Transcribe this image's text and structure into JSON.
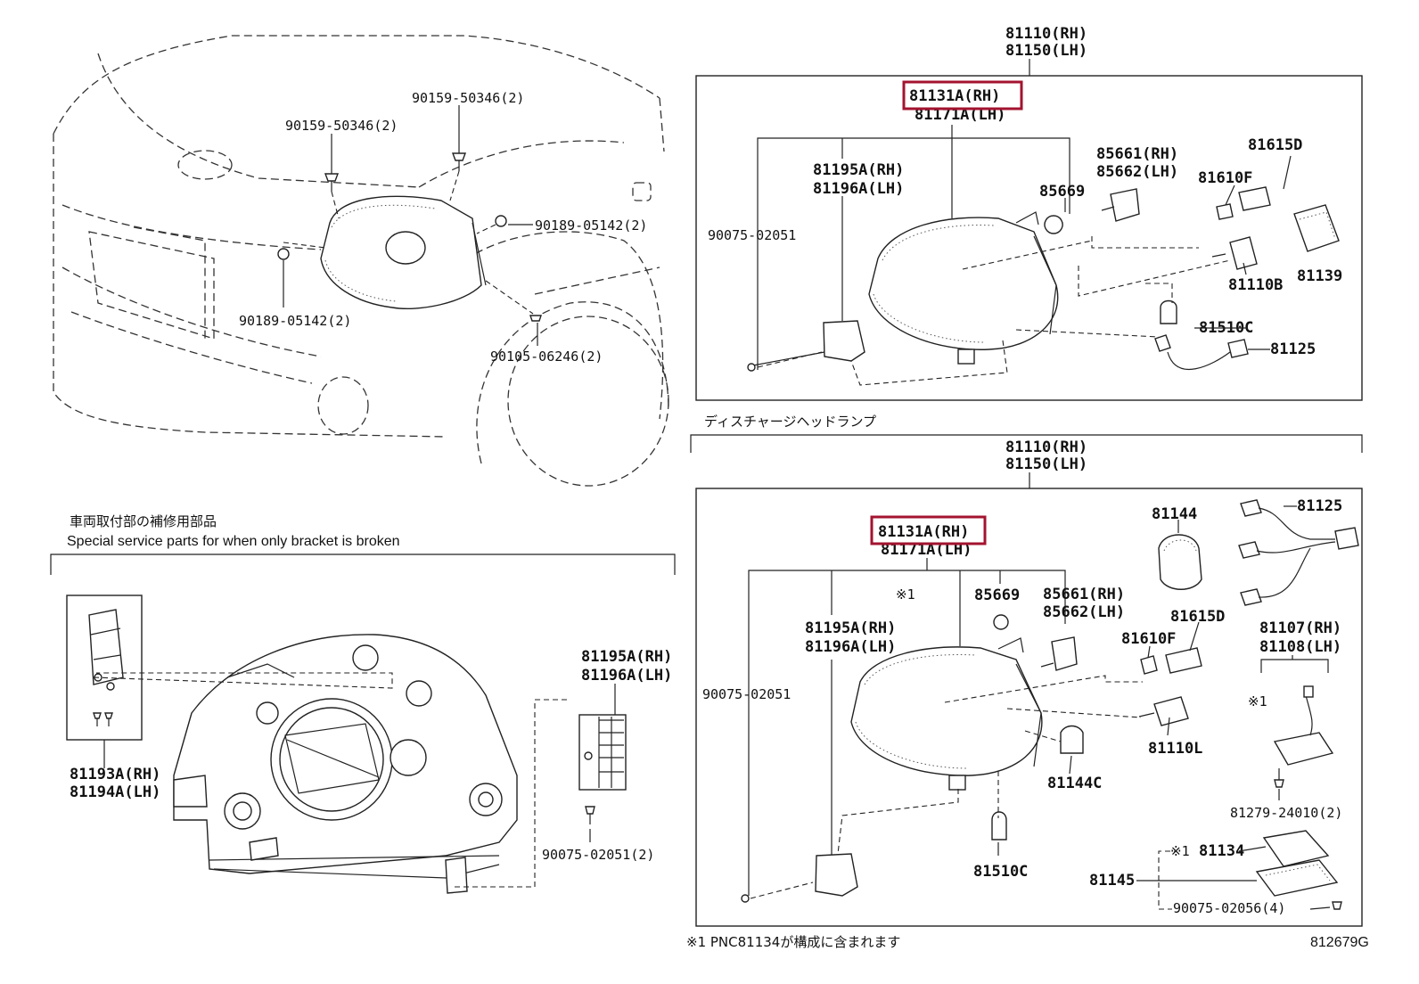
{
  "labels": {
    "top_assy_rh": "81110(RH)",
    "top_assy_lh": "81150(LH)",
    "top_unit_rh": "81131A(RH)",
    "top_unit_lh": "81171A(LH)",
    "top_bracket_rh": "81195A(RH)",
    "top_bracket_lh": "81196A(LH)",
    "top_screw": "90075-02051",
    "top_ring": "85669",
    "top_motor_rh": "85661(RH)",
    "top_motor_lh": "85662(LH)",
    "top_bulb_front": "81610F",
    "top_socket": "81615D",
    "top_bulb_main": "81110B",
    "top_cover": "81139",
    "top_bulb_side": "81510C",
    "top_wire": "81125",
    "car_bolt_a": "90159-50346(2)",
    "car_bolt_b": "90159-50346(2)",
    "car_clip_a": "90189-05142(2)",
    "car_clip_b": "90189-05142(2)",
    "car_screw": "90105-06246(2)",
    "section_title": "ディスチャージヘッドランプ",
    "bot_assy_rh": "81110(RH)",
    "bot_assy_lh": "81150(LH)",
    "bot_unit_rh": "81131A(RH)",
    "bot_unit_lh": "81171A(LH)",
    "bot_note_ref": "※1",
    "bot_bracket_rh": "81195A(RH)",
    "bot_bracket_lh": "81196A(LH)",
    "bot_screw": "90075-02051",
    "bot_ring": "85669",
    "bot_motor_rh": "85661(RH)",
    "bot_motor_lh": "85662(LH)",
    "bot_cover": "81144",
    "bot_harness": "81125",
    "bot_socket": "81615D",
    "bot_bulb_front": "81610F",
    "bot_ballast_rh": "81107(RH)",
    "bot_ballast_lh": "81108(LH)",
    "bot_note_ref2": "※1",
    "bot_bulb_main": "81110L",
    "bot_cap": "81144C",
    "bot_bracket_screw": "81279-24010(2)",
    "bot_bulb_side": "81510C",
    "bot_note_ref3": "※1",
    "bot_computer": "81134",
    "bot_case": "81145",
    "bot_case_screw": "90075-02056(4)",
    "special_jp": "車両取付部の補修用部品",
    "special_en": "Special service parts for when only bracket is broken",
    "sp_stay_rh": "81193A(RH)",
    "sp_stay_lh": "81194A(LH)",
    "sp_bracket_rh": "81195A(RH)",
    "sp_bracket_lh": "81196A(LH)",
    "sp_screw": "90075-02051(2)",
    "footnote": "※1 PNC81134が構成に含まれます",
    "figure_id": "812679G"
  },
  "colors": {
    "highlight": "#a3132f",
    "ink": "#222222"
  }
}
